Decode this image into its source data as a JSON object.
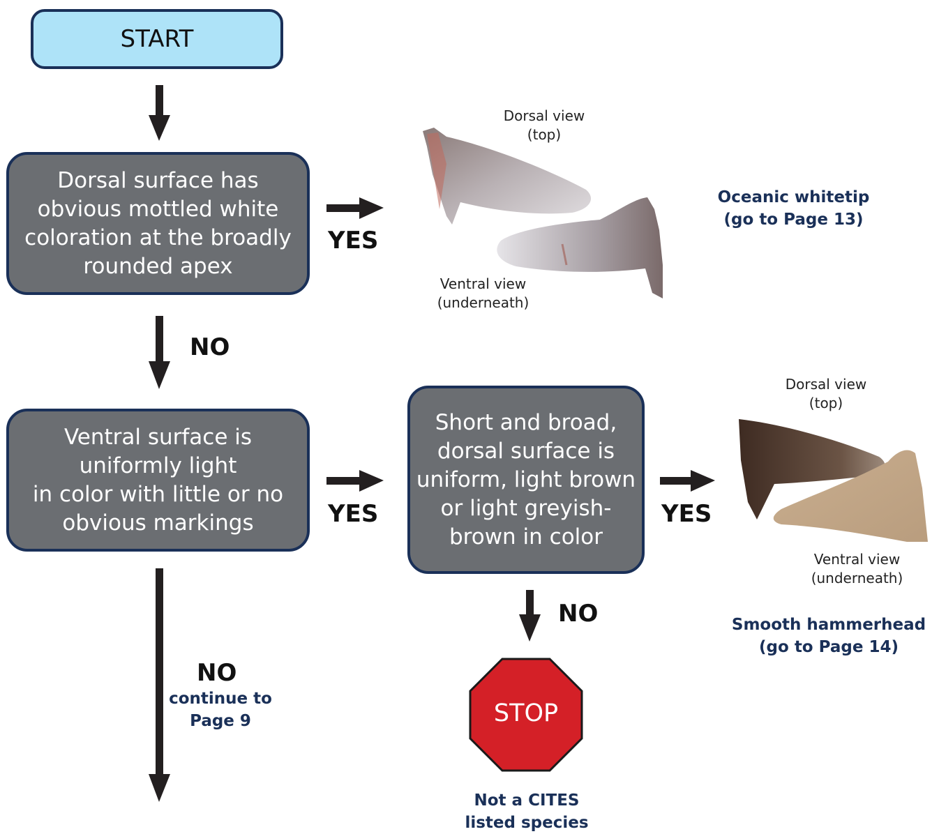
{
  "start": {
    "label": "START"
  },
  "q1": {
    "text": "Dorsal surface has\nobvious mottled white\ncoloration at the broadly\nrounded apex"
  },
  "q2": {
    "text": "Ventral surface is\nuniformly light\nin color with little or no\nobvious markings"
  },
  "q3": {
    "text": "Short and broad,\ndorsal surface is\nuniform, light brown\nor light greyish-\nbrown in color"
  },
  "labels": {
    "yes1": "YES",
    "no1": "NO",
    "yes2": "YES",
    "yes3": "YES",
    "no2": "NO",
    "no3": "NO"
  },
  "continue_note": "continue to\nPage 9",
  "result1": {
    "dorsal_view": "Dorsal view\n(top)",
    "ventral_view": "Ventral view\n(underneath)",
    "species": "Oceanic whitetip\n(go to Page 13)"
  },
  "result2": {
    "dorsal_view": "Dorsal view\n(top)",
    "ventral_view": "Ventral view\n(underneath)",
    "species": "Smooth hammerhead\n(go to Page 14)"
  },
  "stop": {
    "label": "STOP",
    "note": "Not a CITES\nlisted species",
    "color": "#d42027"
  },
  "colors": {
    "question_box": "#6b6e72",
    "start_box": "#aee3f8",
    "border": "#1a3058",
    "arrow": "#231f20"
  }
}
